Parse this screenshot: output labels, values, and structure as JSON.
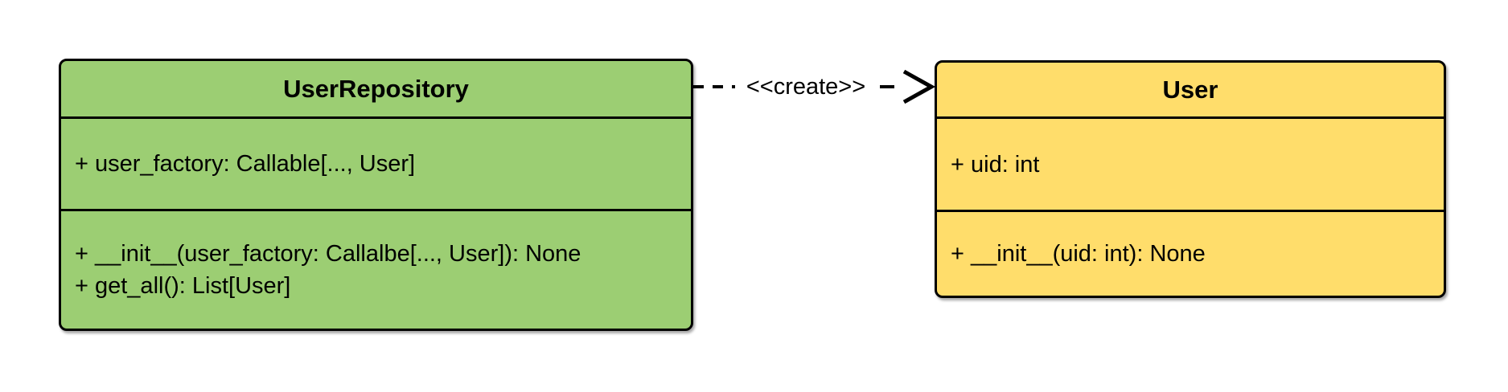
{
  "diagram": {
    "kind": "uml-class-diagram",
    "classes": [
      {
        "name": "UserRepository",
        "fill": "#9CCE73",
        "attributes": [
          "+ user_factory: Callable[..., User]"
        ],
        "methods": [
          "+ __init__(user_factory: Callalbe[..., User]): None",
          "+ get_all(): List[User]"
        ]
      },
      {
        "name": "User",
        "fill": "#FFDD6B",
        "attributes": [
          "+ uid: int"
        ],
        "methods": [
          "+ __init__(uid: int): None"
        ]
      }
    ],
    "relation": {
      "label": "<<create>>",
      "from": "UserRepository",
      "to": "User",
      "style": "dashed-dependency-open-arrowhead"
    },
    "colors": {
      "border": "#000000",
      "text": "#000000",
      "background": "#ffffff",
      "repo_fill": "#9CCE73",
      "user_fill": "#FFDD6B"
    }
  }
}
